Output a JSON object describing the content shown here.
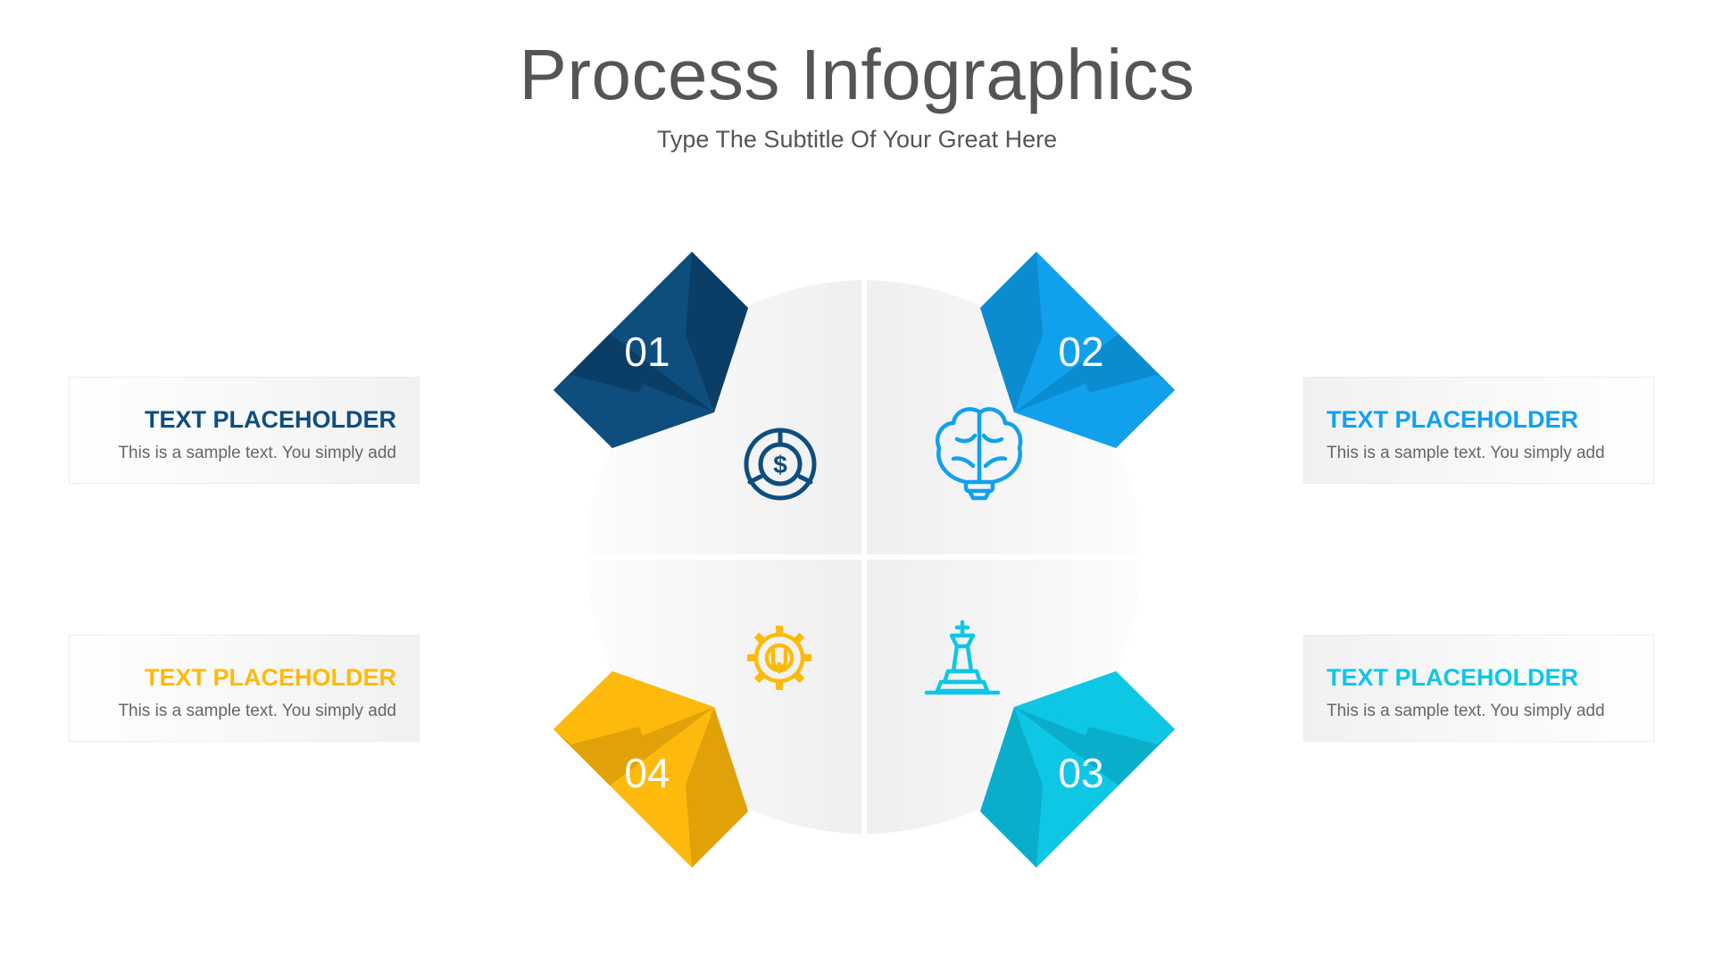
{
  "title": "Process Infographics",
  "subtitle": "Type The Subtitle Of Your Great Here",
  "steps": [
    {
      "number": "01",
      "heading": "TEXT PLACEHOLDER",
      "text": "This is a sample text. You simply add",
      "color": "#0e4e7f",
      "color_dark": "#0a3e66",
      "icon": "dollar-target-icon"
    },
    {
      "number": "02",
      "heading": "TEXT PLACEHOLDER",
      "text": "This is a sample text. You simply add",
      "color": "#11a1ec",
      "color_dark": "#0c8cd0",
      "icon": "brain-bulb-icon"
    },
    {
      "number": "03",
      "heading": "TEXT PLACEHOLDER",
      "text": "This is a sample text. You simply add",
      "color": "#0ec7e4",
      "color_dark": "#0aaecb",
      "icon": "chess-king-icon"
    },
    {
      "number": "04",
      "heading": "TEXT PLACEHOLDER",
      "text": "This is a sample text. You simply add",
      "color": "#fdba0c",
      "color_dark": "#e0a208",
      "icon": "gear-wrench-icon"
    }
  ]
}
